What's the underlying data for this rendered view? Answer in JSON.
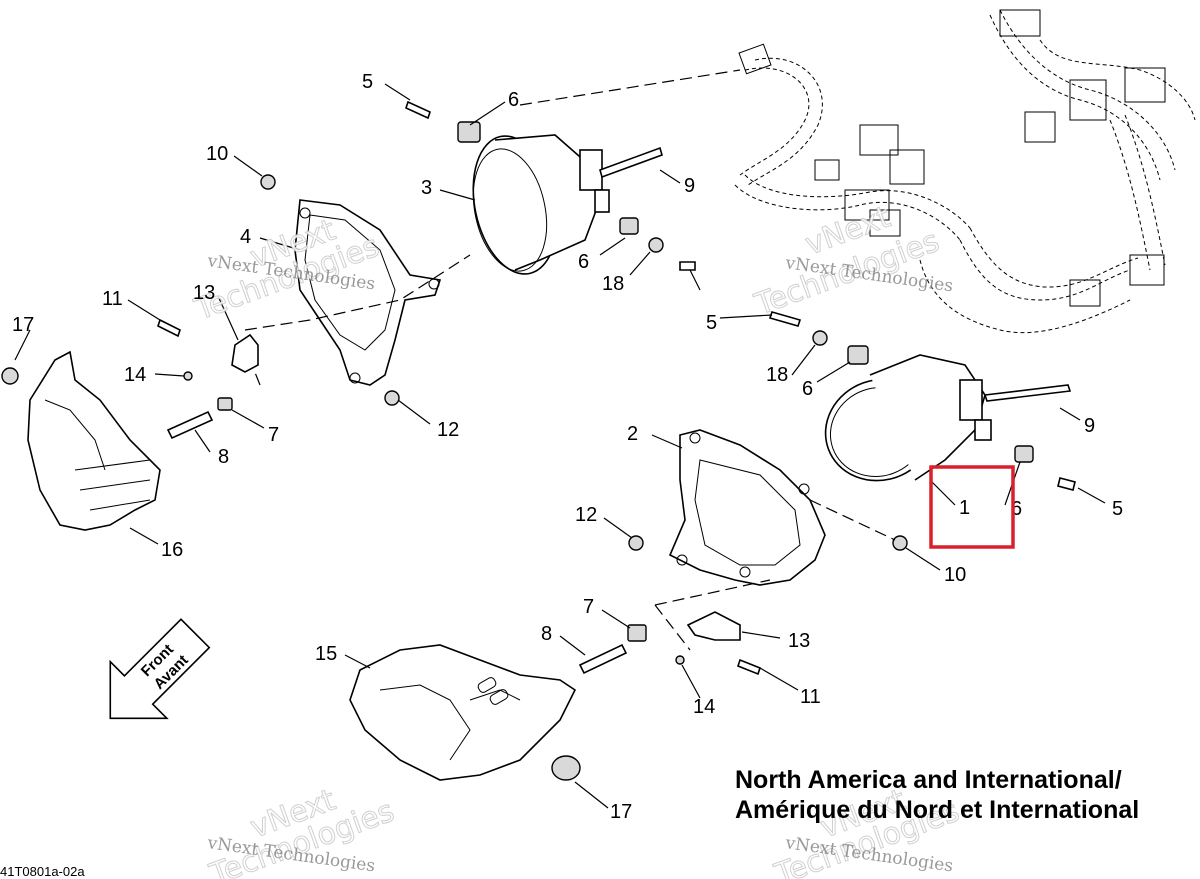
{
  "region_title": {
    "line1": "North America and International/",
    "line2": "Amérique du Nord et International"
  },
  "document_id": "41T0801a-02a",
  "watermark": {
    "brand": "vNext",
    "company": "Technologies",
    "full": "vNext Technologies"
  },
  "front_arrow": {
    "line1": "Front",
    "line2": "Avant"
  },
  "callouts": {
    "c1": "1",
    "c2": "2",
    "c3": "3",
    "c4": "4",
    "c5a": "5",
    "c5b": "5",
    "c5c": "5",
    "c6a": "6",
    "c6b": "6",
    "c6c": "6",
    "c6d": "6",
    "c7a": "7",
    "c7b": "7",
    "c8a": "8",
    "c8b": "8",
    "c9a": "9",
    "c9b": "9",
    "c10a": "10",
    "c10b": "10",
    "c11a": "11",
    "c11b": "11",
    "c12a": "12",
    "c12b": "12",
    "c13a": "13",
    "c13b": "13",
    "c14a": "14",
    "c14b": "14",
    "c15": "15",
    "c16": "16",
    "c17a": "17",
    "c17b": "17",
    "c18a": "18",
    "c18b": "18"
  },
  "highlight": {
    "color": "#d9202b",
    "target": "1"
  }
}
